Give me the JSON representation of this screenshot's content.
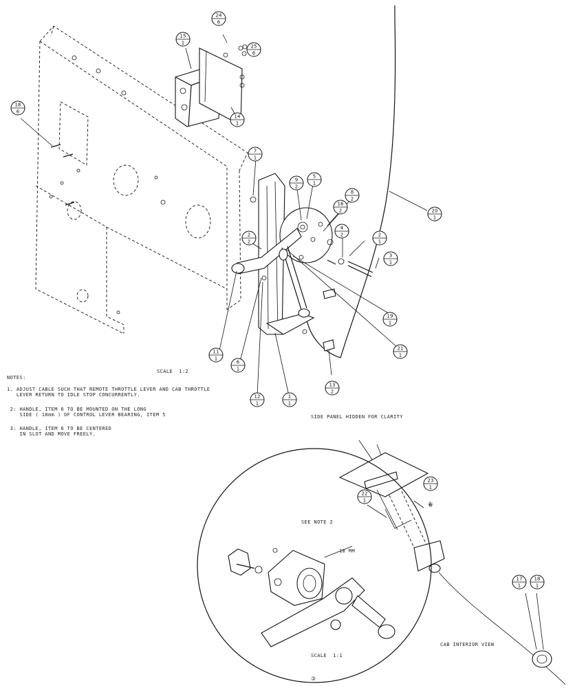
{
  "balloons": [
    {
      "id": "b24",
      "top": "24",
      "bottom": "6"
    },
    {
      "id": "b25",
      "top": "25",
      "bottom": "6"
    },
    {
      "id": "b15",
      "top": "15",
      "bottom": "1"
    },
    {
      "id": "b14",
      "top": "14",
      "bottom": "1"
    },
    {
      "id": "b18",
      "top": "18",
      "bottom": "6"
    },
    {
      "id": "b7",
      "top": "7",
      "bottom": "1"
    },
    {
      "id": "b9",
      "top": "9",
      "bottom": "2"
    },
    {
      "id": "b5",
      "top": "5",
      "bottom": "1"
    },
    {
      "id": "b8",
      "top": "8",
      "bottom": "2"
    },
    {
      "id": "b16",
      "top": "16",
      "bottom": "2"
    },
    {
      "id": "b20",
      "top": "20",
      "bottom": "1"
    },
    {
      "id": "b4",
      "top": "4",
      "bottom": "2"
    },
    {
      "id": "b2",
      "top": "2",
      "bottom": "1"
    },
    {
      "id": "b3",
      "top": "3",
      "bottom": "1"
    },
    {
      "id": "b10",
      "top": "2",
      "bottom": "2"
    },
    {
      "id": "b19",
      "top": "19",
      "bottom": "1"
    },
    {
      "id": "b21",
      "top": "21",
      "bottom": "1"
    },
    {
      "id": "b11",
      "top": "11",
      "bottom": "1"
    },
    {
      "id": "b6",
      "top": "6",
      "bottom": "1"
    },
    {
      "id": "b12",
      "top": "12",
      "bottom": "1"
    },
    {
      "id": "b1",
      "top": "1",
      "bottom": "1"
    },
    {
      "id": "b13",
      "top": "13",
      "bottom": "2"
    },
    {
      "id": "b23",
      "top": "23",
      "bottom": "1"
    },
    {
      "id": "b22",
      "top": "22",
      "bottom": "1"
    },
    {
      "id": "b17",
      "top": "17",
      "bottom": "1"
    },
    {
      "id": "b18b",
      "top": "18",
      "bottom": "1"
    }
  ],
  "labels": {
    "scale_main": "SCALE  1:2",
    "notes_heading": "NOTES:",
    "note1": "1. ADJUST CABLE SUCH THAT REMOTE THROTTLE LEVER AND CAB THROTTLE\n   LEVER RETURN TO IDLE STOP CONCURRENTLY.",
    "note2": " 2: HANDLE, ITEM 6 TO BE MOUNTED ON THE LONG\n    SIDE ( 18mm ) OF CONTROL LEVER BEARING, ITEM 5",
    "note3": " 3: HANDLE, ITEM 6 TO BE CENTERED\n    IN SLOT AND MOVE FREELY.",
    "side_panel": "SIDE PANEL HIDDEN FOR CLARITY",
    "see_note": "SEE NOTE 2",
    "dim_18mm": "18 MM",
    "scale_detail": "SCALE  1:1",
    "cab_view": "CAB INTERIOR VIEW",
    "ref_circle_1": "①",
    "ref_circle_3": "③"
  }
}
